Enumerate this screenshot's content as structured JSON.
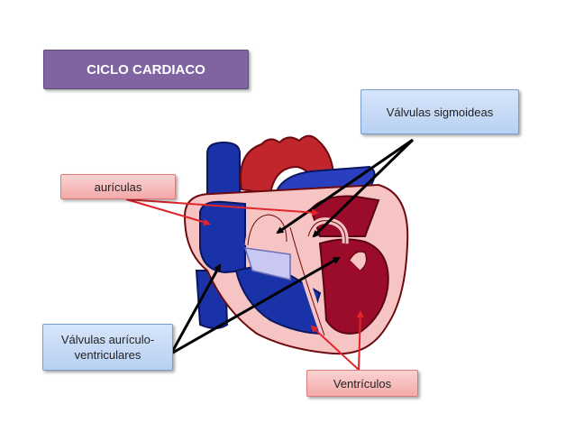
{
  "title": "CICLO CARDIACO",
  "labels": {
    "semilunar_valves": "Válvulas sigmoideas",
    "atria": "aurículas",
    "av_valves_line1": "Válvulas aurículo-",
    "av_valves_line2": "ventriculares",
    "ventricles": "Ventrículos"
  },
  "colors": {
    "title_bg": "#8064a2",
    "blue_label_bg": "#c6dbf7",
    "red_label_bg": "#f7bcbc",
    "arrow_black": "#000000",
    "arrow_red": "#e3242b",
    "venous_blue": "#1a32a8",
    "arterial_red": "#c0262c",
    "ventricle_dark_red": "#9b0c2a",
    "heart_wall_pink": "#f7c4c4"
  }
}
